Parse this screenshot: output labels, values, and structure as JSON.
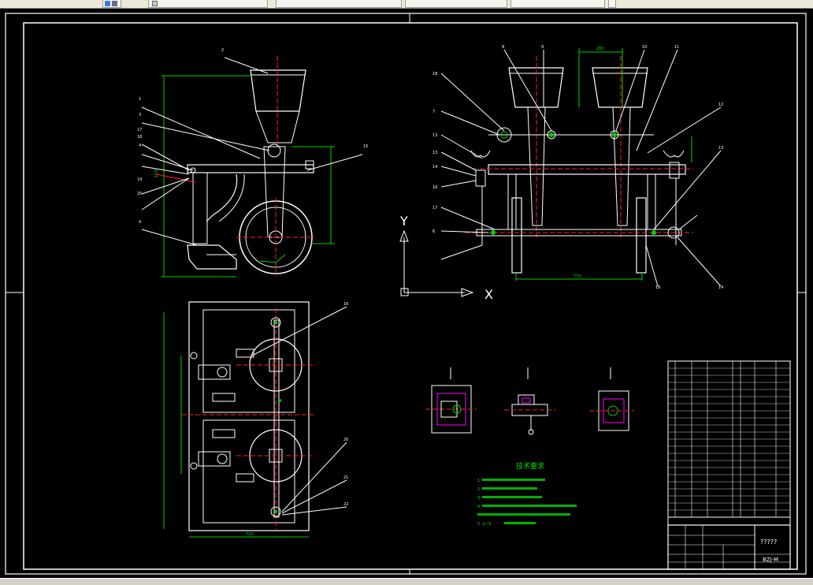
{
  "toolbar": {
    "buttons": [
      "",
      "",
      "",
      "",
      "",
      ""
    ]
  },
  "drawing": {
    "part_numbers": {
      "side_view": [
        "2",
        "1",
        "3",
        "17",
        "18",
        "4",
        "19",
        "20",
        "4",
        "15"
      ],
      "front_view": [
        "8",
        "9",
        "10",
        "11",
        "12",
        "18",
        "7",
        "13",
        "13",
        "14",
        "16",
        "17",
        "6",
        "13",
        "14",
        "18"
      ],
      "top_view": [
        "16",
        "20",
        "21",
        "22"
      ]
    },
    "axis_labels": {
      "y": "Y",
      "x": "X"
    },
    "front_caption": "",
    "section_labels": [
      "",
      "",
      ""
    ],
    "tech_title": "技术要求",
    "tech_lines": [
      "1.",
      "2.",
      "3.",
      "4.",
      "",
      "5.       2~3"
    ],
    "title_block": {
      "drawing_number": "BZJ-M",
      "code": "?????"
    },
    "dims": {
      "side_width": "310",
      "front_top": "280",
      "front_bottom": "770",
      "top_bottom": "720"
    }
  },
  "colors": {
    "bg": "#000000",
    "line": "#ffffff",
    "center": "#ff2020",
    "dim": "#00d000",
    "text_green": "#00e000",
    "hatch": "#ff00ff",
    "frame": "#ffffff"
  }
}
